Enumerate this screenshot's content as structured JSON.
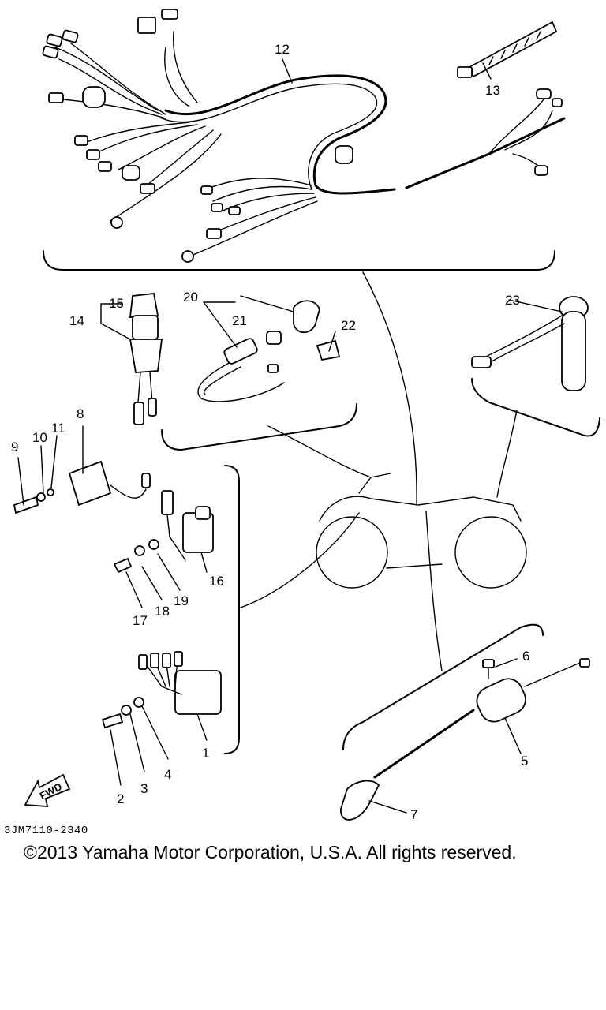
{
  "callouts": [
    "1",
    "2",
    "3",
    "4",
    "5",
    "6",
    "7",
    "8",
    "9",
    "10",
    "11",
    "12",
    "13",
    "14",
    "15",
    "16",
    "17",
    "18",
    "19",
    "20",
    "21",
    "22",
    "23"
  ],
  "fwd_arrow_label": "FWD",
  "diagram_code": "3JM7110-2340",
  "copyright": "©2013 Yamaha Motor Corporation, U.S.A. All rights reserved."
}
